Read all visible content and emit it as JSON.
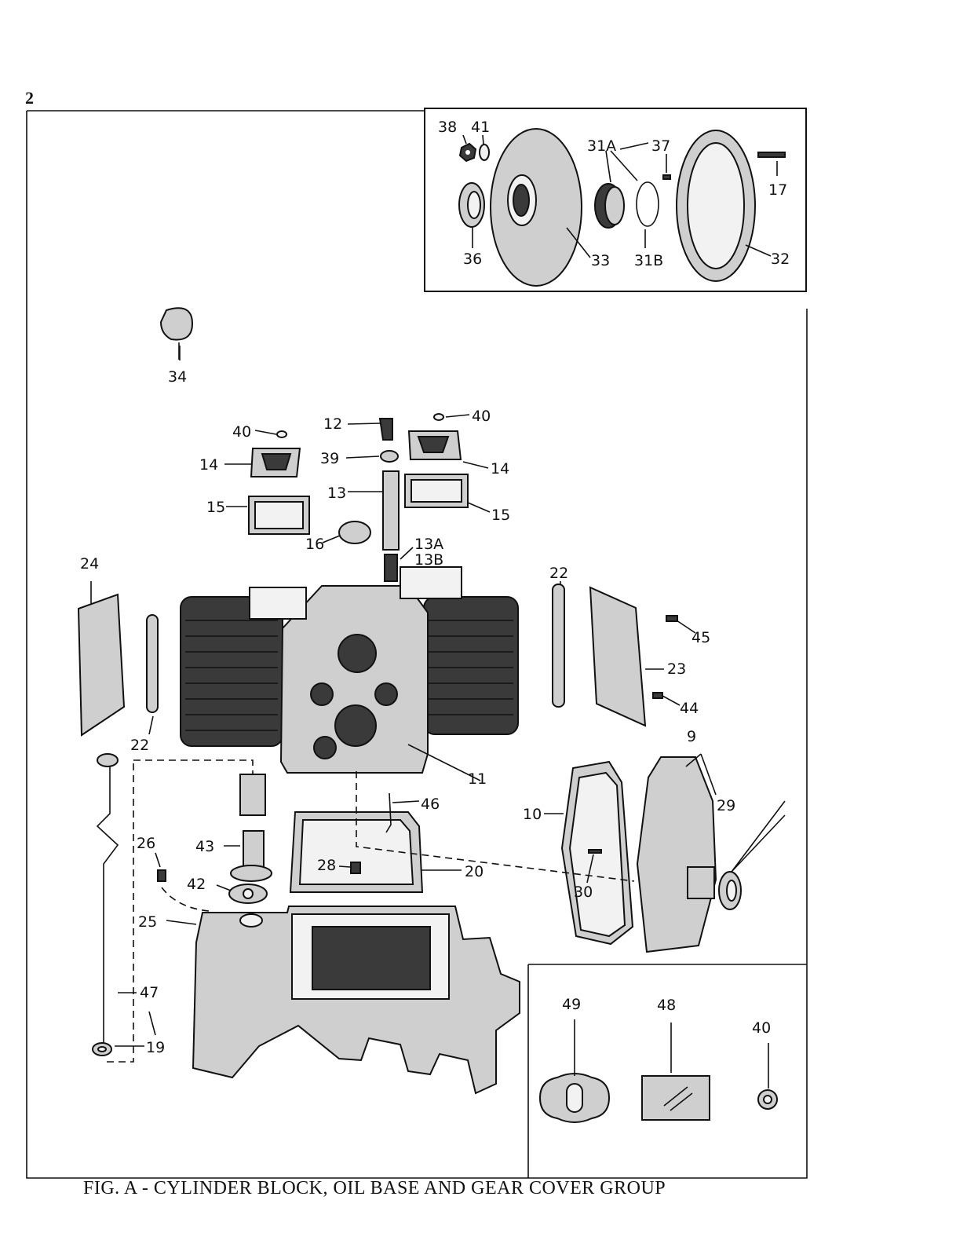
{
  "page_number": "2",
  "caption": "FIG. A - CYLINDER BLOCK, OIL BASE AND GEAR COVER GROUP",
  "callouts": {
    "c38": "38",
    "c41": "41",
    "c31A": "31A",
    "c37": "37",
    "c17": "17",
    "c36": "36",
    "c33": "33",
    "c31B": "31B",
    "c32": "32",
    "c34": "34",
    "c40a": "40",
    "c12": "12",
    "c40b": "40",
    "c14a": "14",
    "c39": "39",
    "c14b": "14",
    "c13": "13",
    "c15a": "15",
    "c15b": "15",
    "c16": "16",
    "c13A": "13A",
    "c13B": "13B",
    "c24": "24",
    "c22a": "22",
    "c22b": "22",
    "c45": "45",
    "c23": "23",
    "c44": "44",
    "c9": "9",
    "c11": "11",
    "c46": "46",
    "c10": "10",
    "c29": "29",
    "c26": "26",
    "c43": "43",
    "c28": "28",
    "c20": "20",
    "c42": "42",
    "c30": "30",
    "c25": "25",
    "c47": "47",
    "c19": "19",
    "c49": "49",
    "c48": "48",
    "c40c": "40"
  }
}
